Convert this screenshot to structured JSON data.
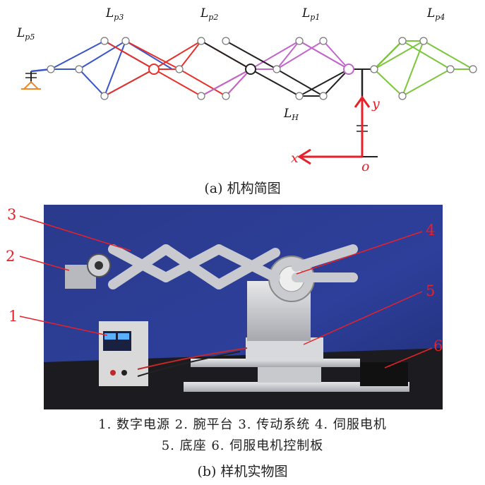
{
  "diagram_a": {
    "labels": {
      "lp5": {
        "main": "L",
        "sub": "p5"
      },
      "lp3": {
        "main": "L",
        "sub": "p3"
      },
      "lp2": {
        "main": "L",
        "sub": "p2"
      },
      "lp1": {
        "main": "L",
        "sub": "p1"
      },
      "lp4": {
        "main": "L",
        "sub": "p4"
      },
      "lh": {
        "main": "L",
        "sub": "H"
      }
    },
    "axes": {
      "x": "x",
      "y": "y",
      "origin": "o"
    },
    "link_colors": {
      "lp5_lp3": "#3a55c8",
      "lp2": "#e8302a",
      "lp1": "#c266cc",
      "lh": "#222222",
      "lp4": "#7cc63c",
      "base": "#ee8a2a",
      "axis": "#e8202a"
    },
    "caption": "(a) 机构简图"
  },
  "photo_b": {
    "callouts": [
      "1",
      "2",
      "3",
      "4",
      "5",
      "6"
    ],
    "legend_line1": "1. 数字电源 2. 腕平台 3. 传动系统 4. 伺服电机",
    "legend_line2": "5. 底座 6. 伺服电机控制板",
    "caption": "(b) 样机实物图",
    "annotation_color": "#e8202a"
  }
}
